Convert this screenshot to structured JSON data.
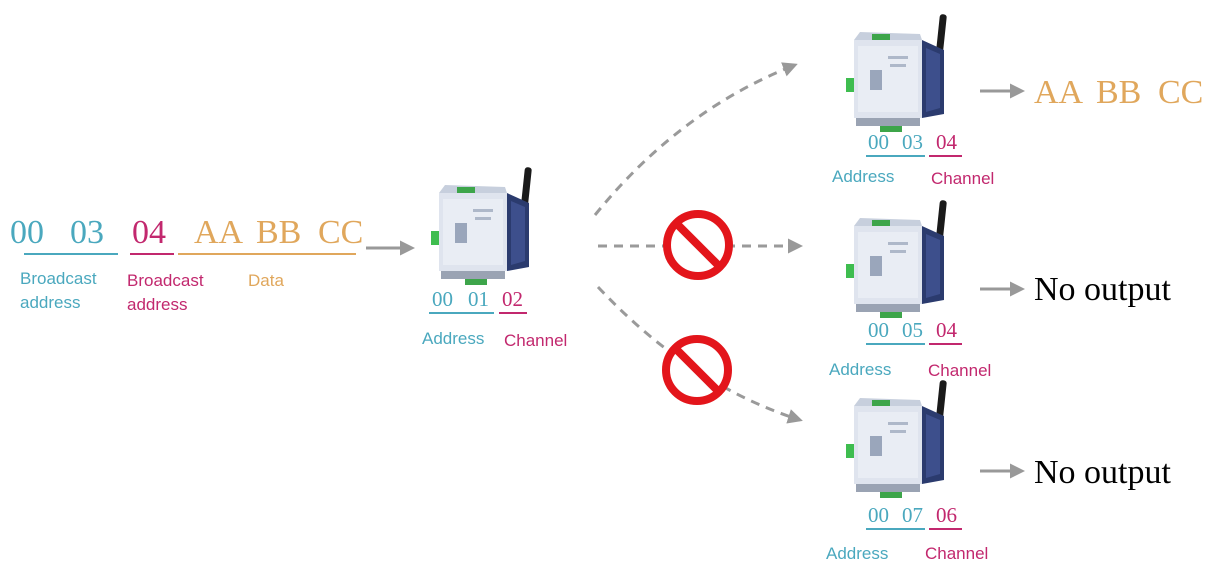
{
  "packet": {
    "addr_hi": "00",
    "addr_lo": "03",
    "channel": "04",
    "data": [
      "AA",
      "BB",
      "CC"
    ],
    "label_address": [
      "Broadcast",
      "address"
    ],
    "label_channel": [
      "Broadcast",
      "address"
    ],
    "label_data": "Data"
  },
  "sender": {
    "address": [
      "00",
      "01"
    ],
    "channel": "02",
    "address_label": "Address",
    "channel_label": "Channel"
  },
  "receivers": [
    {
      "address": [
        "00",
        "03"
      ],
      "channel": "04",
      "address_label": "Address",
      "channel_label": "Channel",
      "blocked": false,
      "output": [
        "AA",
        "BB",
        "CC"
      ]
    },
    {
      "address": [
        "00",
        "05"
      ],
      "channel": "04",
      "address_label": "Address",
      "channel_label": "Channel",
      "blocked": true,
      "output": "No output"
    },
    {
      "address": [
        "00",
        "07"
      ],
      "channel": "06",
      "address_label": "Address",
      "channel_label": "Channel",
      "blocked": true,
      "output": "No output"
    }
  ],
  "colors": {
    "address": "#4aa8be",
    "channel": "#c2286e",
    "data": "#e0a75c",
    "forbidden": "#e3151b",
    "arrow": "#999999"
  },
  "icons": {
    "device": "wireless-din-rail-modem-icon",
    "blocked": "forbidden-icon"
  }
}
